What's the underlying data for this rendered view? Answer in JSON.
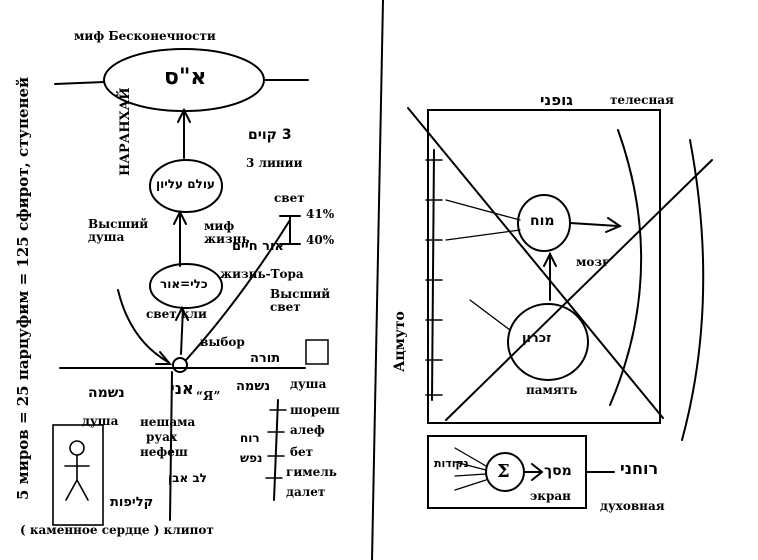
{
  "vertical_title": "5 миров = 25 парцуфим = 125 сфирот, ступеней",
  "narankai": "НАРАНХАЙ",
  "atsmuto": "Ацмуто",
  "labels": {
    "myth_infinity": "миф Бесконечности",
    "three_lines": "3 линии",
    "light_top": "свет",
    "myth_life": "миф жизнь",
    "higher_soul": "Высший душа",
    "life_torah": "жизнь-Тора",
    "higher_light": "Высший свет",
    "light_kli": "свет кли",
    "choice": "выбор",
    "ya": "“Я”",
    "soul_right": "душа",
    "soul_left": "душа",
    "neshama": "нешама",
    "ruah": "руах",
    "nefesh": "нефеш",
    "shoresh": "шореш",
    "alef": "алеф",
    "bet": "бет",
    "gimel": "гимель",
    "dalet": "далет",
    "stone_heart": "( каменное сердце ) клипот",
    "bodily": "телесная",
    "brain": "мозг",
    "memory": "память",
    "screen": "экран",
    "spiritual": "духовная",
    "pct_top": "41%",
    "pct_bottom": "40%"
  },
  "hebrew": {
    "ein_sof": "א\"ס",
    "olam_elyon": "עולם עליון",
    "kli_or": "כלי=אור",
    "ani": "אני",
    "neshama_left": "נשמה",
    "neshama_mid": "נשמה",
    "ruah": "רוח",
    "nefesh": "נפש",
    "klipot": "קליפות",
    "lev_even": "לב אבן",
    "or_haim": "אור חיים",
    "tora": "תורה",
    "kav": "3 קוים",
    "guf": "גופני",
    "moah": "מוח",
    "zikaron": "זכרון",
    "ruhani": "רוחני",
    "masah": "מסך",
    "nekudot": "נקודות"
  },
  "symbols": {
    "sigma": "Σ"
  }
}
